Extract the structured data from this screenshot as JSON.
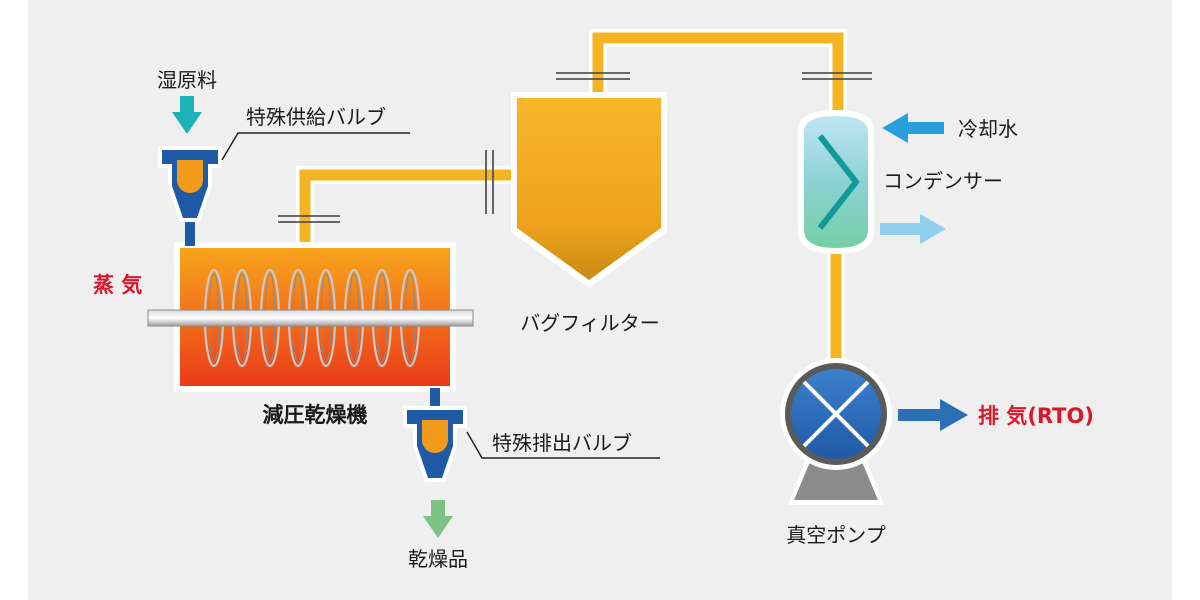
{
  "labels": {
    "wet_material": "湿原料",
    "feed_valve": "特殊供給バルブ",
    "steam": "蒸 気",
    "dryer": "減圧乾燥機",
    "discharge_valve": "特殊排出バルブ",
    "dried_product": "乾燥品",
    "bag_filter": "バグフィルター",
    "cooling_water": "冷却水",
    "condenser": "コンデンサー",
    "exhaust_prefix": "排 気",
    "exhaust_suffix": "(RTO)",
    "vacuum_pump": "真空ポンプ"
  },
  "colors": {
    "pipe": "#f4b424",
    "pipe_outline": "#ffffff",
    "label_red": "#d8182c",
    "arrow_blue": "#2b6fb5",
    "arrow_cyan": "#1cb3b8",
    "arrow_light_blue": "#8fd0ee",
    "arrow_green": "#7ec184",
    "valve_blue": "#1f5aa6",
    "valve_orange": "#f29a1c",
    "pump_blue": "#2e6fbf",
    "pump_base": "#8b8b8b"
  }
}
